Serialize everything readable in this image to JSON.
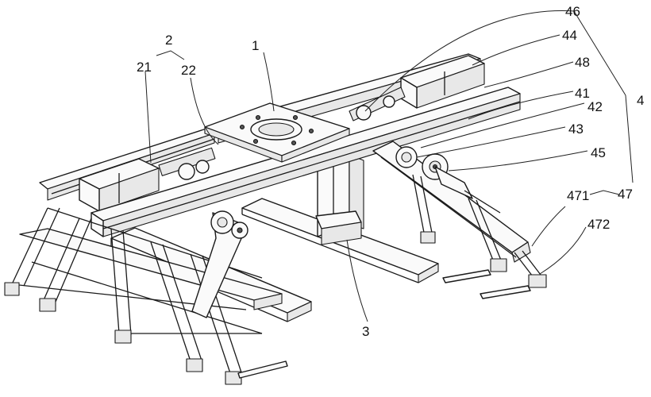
{
  "labels": {
    "l1": "1",
    "l2": "2",
    "l21": "21",
    "l22": "22",
    "l3": "3",
    "l4": "4",
    "l41": "41",
    "l42": "42",
    "l43": "43",
    "l44": "44",
    "l45": "45",
    "l46": "46",
    "l47": "47",
    "l471": "471",
    "l472": "472",
    "l48": "48"
  }
}
